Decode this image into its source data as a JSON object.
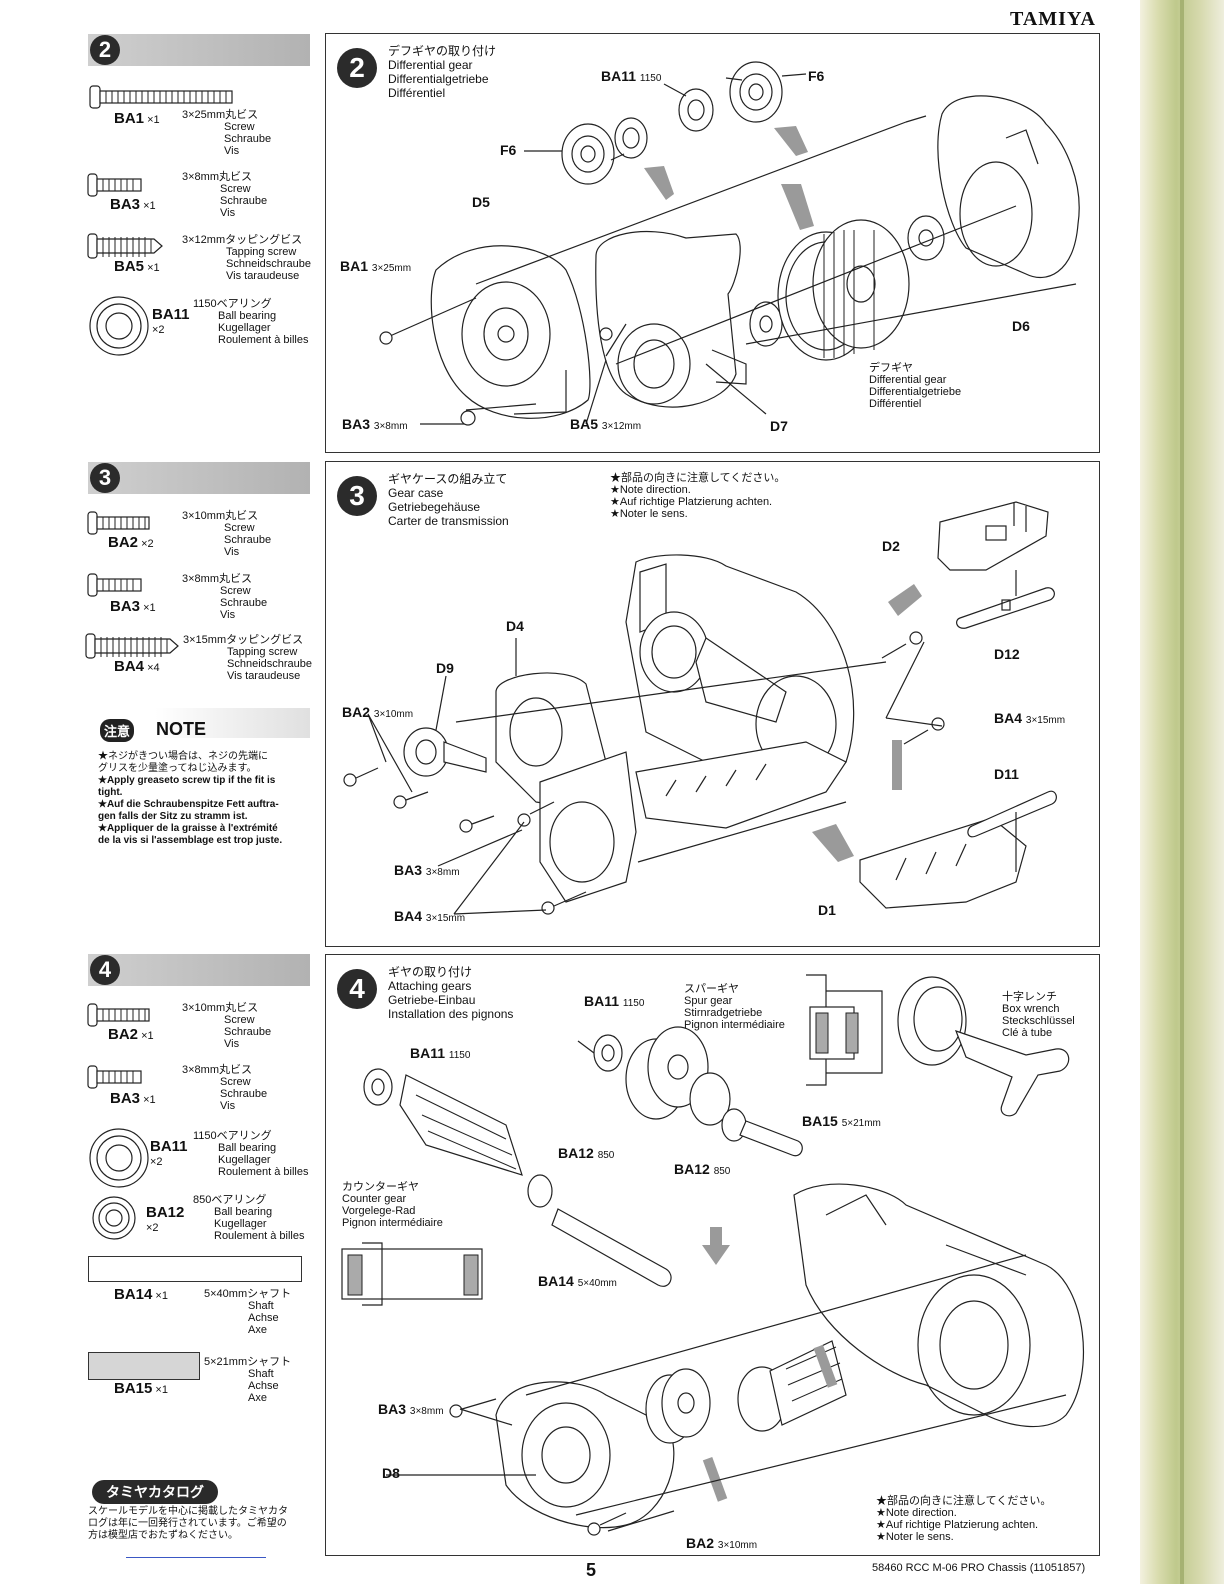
{
  "brand": "TAMIYA",
  "page_number": "5",
  "footer_text": "58460 RCC M-06 PRO Chassis (11051857)",
  "steps": [
    {
      "num": "2",
      "title": [
        "デフギヤの取り付け",
        "Differential gear",
        "Differentialgetriebe",
        "Différentiel"
      ],
      "parts": [
        {
          "code": "BA1",
          "qty": "×1",
          "desc": [
            "3×25mm丸ビス",
            "Screw",
            "Schraube",
            "Vis"
          ]
        },
        {
          "code": "BA3",
          "qty": "×1",
          "desc": [
            "3×8mm丸ビス",
            "Screw",
            "Schraube",
            "Vis"
          ]
        },
        {
          "code": "BA5",
          "qty": "×1",
          "desc": [
            "3×12mmタッピングビス",
            "Tapping screw",
            "Schneidschraube",
            "Vis taraudeuse"
          ]
        },
        {
          "code": "BA11",
          "qty": "×2",
          "desc": [
            "1150ベアリング",
            "Ball bearing",
            "Kugellager",
            "Roulement à billes"
          ]
        }
      ],
      "labels": {
        "ba11": "BA11",
        "ba11_size": "1150",
        "f6a": "F6",
        "f6b": "F6",
        "d5": "D5",
        "ba1": "BA1",
        "ba1_size": "3×25mm",
        "d6": "D6",
        "d7": "D7",
        "ba3": "BA3",
        "ba3_size": "3×8mm",
        "ba5": "BA5",
        "ba5_size": "3×12mm",
        "diff_caption": [
          "デフギヤ",
          "Differential gear",
          "Differentialgetriebe",
          "Différentiel"
        ]
      }
    },
    {
      "num": "3",
      "title": [
        "ギヤケースの組み立て",
        "Gear case",
        "Getriebegehäuse",
        "Carter de transmission"
      ],
      "notes": [
        "★部品の向きに注意してください。",
        "★Note direction.",
        "★Auf richtige Platzierung achten.",
        "★Noter le sens."
      ],
      "parts": [
        {
          "code": "BA2",
          "qty": "×2",
          "desc": [
            "3×10mm丸ビス",
            "Screw",
            "Schraube",
            "Vis"
          ]
        },
        {
          "code": "BA3",
          "qty": "×1",
          "desc": [
            "3×8mm丸ビス",
            "Screw",
            "Schraube",
            "Vis"
          ]
        },
        {
          "code": "BA4",
          "qty": "×4",
          "desc": [
            "3×15mmタッピングビス",
            "Tapping screw",
            "Schneidschraube",
            "Vis taraudeuse"
          ]
        }
      ],
      "labels": {
        "d2": "D2",
        "d12": "D12",
        "d4": "D4",
        "d9": "D9",
        "ba2": "BA2",
        "ba2_size": "3×10mm",
        "ba4a": "BA4",
        "ba4a_size": "3×15mm",
        "d11": "D11",
        "ba3": "BA3",
        "ba3_size": "3×8mm",
        "ba4b": "BA4",
        "ba4b_size": "3×15mm",
        "d1": "D1"
      }
    },
    {
      "num": "4",
      "title": [
        "ギヤの取り付け",
        "Attaching gears",
        "Getriebe-Einbau",
        "Installation des pignons"
      ],
      "notes": [
        "★部品の向きに注意してください。",
        "★Note direction.",
        "★Auf richtige Platzierung achten.",
        "★Noter le sens."
      ],
      "parts": [
        {
          "code": "BA2",
          "qty": "×1",
          "desc": [
            "3×10mm丸ビス",
            "Screw",
            "Schraube",
            "Vis"
          ]
        },
        {
          "code": "BA3",
          "qty": "×1",
          "desc": [
            "3×8mm丸ビス",
            "Screw",
            "Schraube",
            "Vis"
          ]
        },
        {
          "code": "BA11",
          "qty": "×2",
          "desc": [
            "1150ベアリング",
            "Ball bearing",
            "Kugellager",
            "Roulement à billes"
          ]
        },
        {
          "code": "BA12",
          "qty": "×2",
          "desc": [
            "850ベアリング",
            "Ball bearing",
            "Kugellager",
            "Roulement à billes"
          ]
        },
        {
          "code": "BA14",
          "qty": "×1",
          "desc": [
            "5×40mmシャフト",
            "Shaft",
            "Achse",
            "Axe"
          ]
        },
        {
          "code": "BA15",
          "qty": "×1",
          "desc": [
            "5×21mmシャフト",
            "Shaft",
            "Achse",
            "Axe"
          ]
        }
      ],
      "labels": {
        "ba11a": "BA11",
        "ba11a_size": "1150",
        "spur": [
          "スパーギヤ",
          "Spur gear",
          "Stirnradgetriebe",
          "Pignon intermédiaire"
        ],
        "wrench": [
          "十字レンチ",
          "Box wrench",
          "Steckschlüssel",
          "Clé à tube"
        ],
        "ba11b": "BA11",
        "ba11b_size": "1150",
        "ba15": "BA15",
        "ba15_size": "5×21mm",
        "ba12a": "BA12",
        "ba12a_size": "850",
        "ba12b": "BA12",
        "ba12b_size": "850",
        "counter": [
          "カウンターギヤ",
          "Counter gear",
          "Vorgelege-Rad",
          "Pignon intermédiaire"
        ],
        "ba14": "BA14",
        "ba14_size": "5×40mm",
        "ba3": "BA3",
        "ba3_size": "3×8mm",
        "d8": "D8",
        "ba2": "BA2",
        "ba2_size": "3×10mm"
      }
    }
  ],
  "note_box": {
    "badge": "注意",
    "title": "NOTE",
    "lines": [
      "★ネジがきつい場合は、ネジの先端に",
      "グリスを少量塗ってねじ込みます。",
      "★Apply greaseto screw tip if the fit is",
      "tight.",
      "★Auf die Schraubenspitze Fett auftra-",
      "gen falls der Sitz zu stramm ist.",
      "★Appliquer de la graisse à l'extrémité",
      "de la vis si l'assemblage est trop juste."
    ]
  },
  "catalog": {
    "badge": "タミヤカタログ",
    "lines": [
      "スケールモデルを中心に掲載したタミヤカタ",
      "ログは年に一回発行されています。ご希望の",
      "方は模型店でおたずねください。"
    ]
  }
}
